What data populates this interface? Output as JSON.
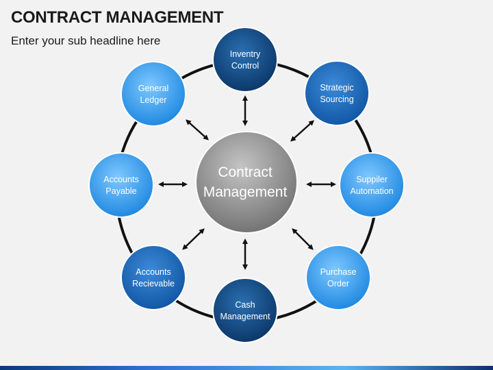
{
  "header": {
    "title": "CONTRACT MANAGEMENT",
    "subtitle": "Enter your sub headline here"
  },
  "center": {
    "lines": [
      "Contract",
      "Management"
    ]
  },
  "nodes": [
    {
      "key": "inventry-control",
      "lines": [
        "Inventry",
        "Control"
      ],
      "style": "dark"
    },
    {
      "key": "strategic-sourcing",
      "lines": [
        "Strategic",
        "Sourcing"
      ],
      "style": "mid"
    },
    {
      "key": "suppiler-automation",
      "lines": [
        "Suppiler",
        "Automation"
      ],
      "style": "light"
    },
    {
      "key": "purchase-order",
      "lines": [
        "Purchase",
        "Order"
      ],
      "style": "light"
    },
    {
      "key": "cash-management",
      "lines": [
        "Cash",
        "Management"
      ],
      "style": "dark"
    },
    {
      "key": "accounts-recievable",
      "lines": [
        "Accounts",
        "Recievable"
      ],
      "style": "mid"
    },
    {
      "key": "accounts-payable",
      "lines": [
        "Accounts",
        "Payable"
      ],
      "style": "light"
    },
    {
      "key": "general-ledger",
      "lines": [
        "General",
        "Ledger"
      ],
      "style": "light"
    }
  ],
  "colors": {
    "dark": "#0d3f73",
    "mid": "#1563b5",
    "light": "#2f97ec",
    "center": "#8c8c8c",
    "ring": "#111111"
  }
}
